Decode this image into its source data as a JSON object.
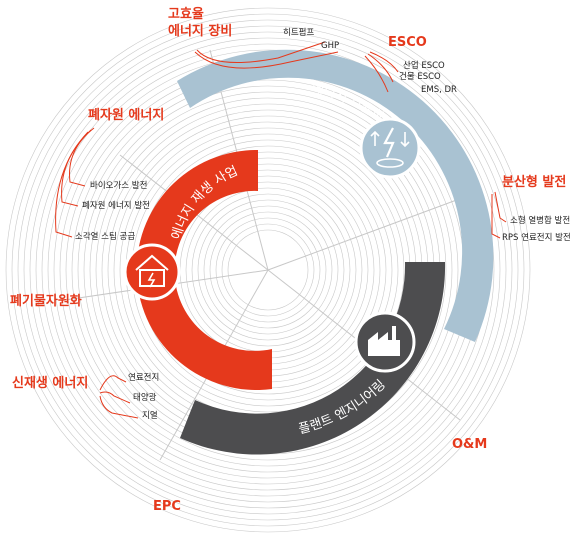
{
  "colors": {
    "accent": "#e5391c",
    "efficiency_band": "#a9c2d2",
    "plant_band": "#4d4d4f",
    "ring_lines": "#c8c8c8"
  },
  "bands": {
    "renewable": "에너지 재생 사업",
    "efficiency": "에너지 효율화 사업",
    "plant": "플랜트 엔지니어링"
  },
  "categories": {
    "high_efficiency": {
      "line1": "고효율",
      "line2": "에너지 장비",
      "items": [
        "히트펌프",
        "GHP"
      ]
    },
    "esco": {
      "label": "ESCO",
      "items": [
        "산업 ESCO",
        "건물 ESCO",
        "EMS, DR"
      ]
    },
    "distributed": {
      "label": "분산형 발전",
      "items": [
        "소형 열병합 발전",
        "RPS 연료전지 발전"
      ]
    },
    "waste_energy": {
      "label": "폐자원 에너지",
      "items": [
        "바이오가스 발전",
        "폐자원 에너지 발전",
        "소각열 스팀 공급"
      ]
    },
    "waste_recycling": {
      "label": "폐기물자원화"
    },
    "new_renewable": {
      "label": "신재생 에너지",
      "items": [
        "연료전지",
        "태양광",
        "지열"
      ]
    },
    "om": {
      "label": "O&M"
    },
    "epc": {
      "label": "EPC"
    }
  },
  "icons": [
    "house-solar-icon",
    "electricity-updown-icon",
    "factory-icon"
  ]
}
